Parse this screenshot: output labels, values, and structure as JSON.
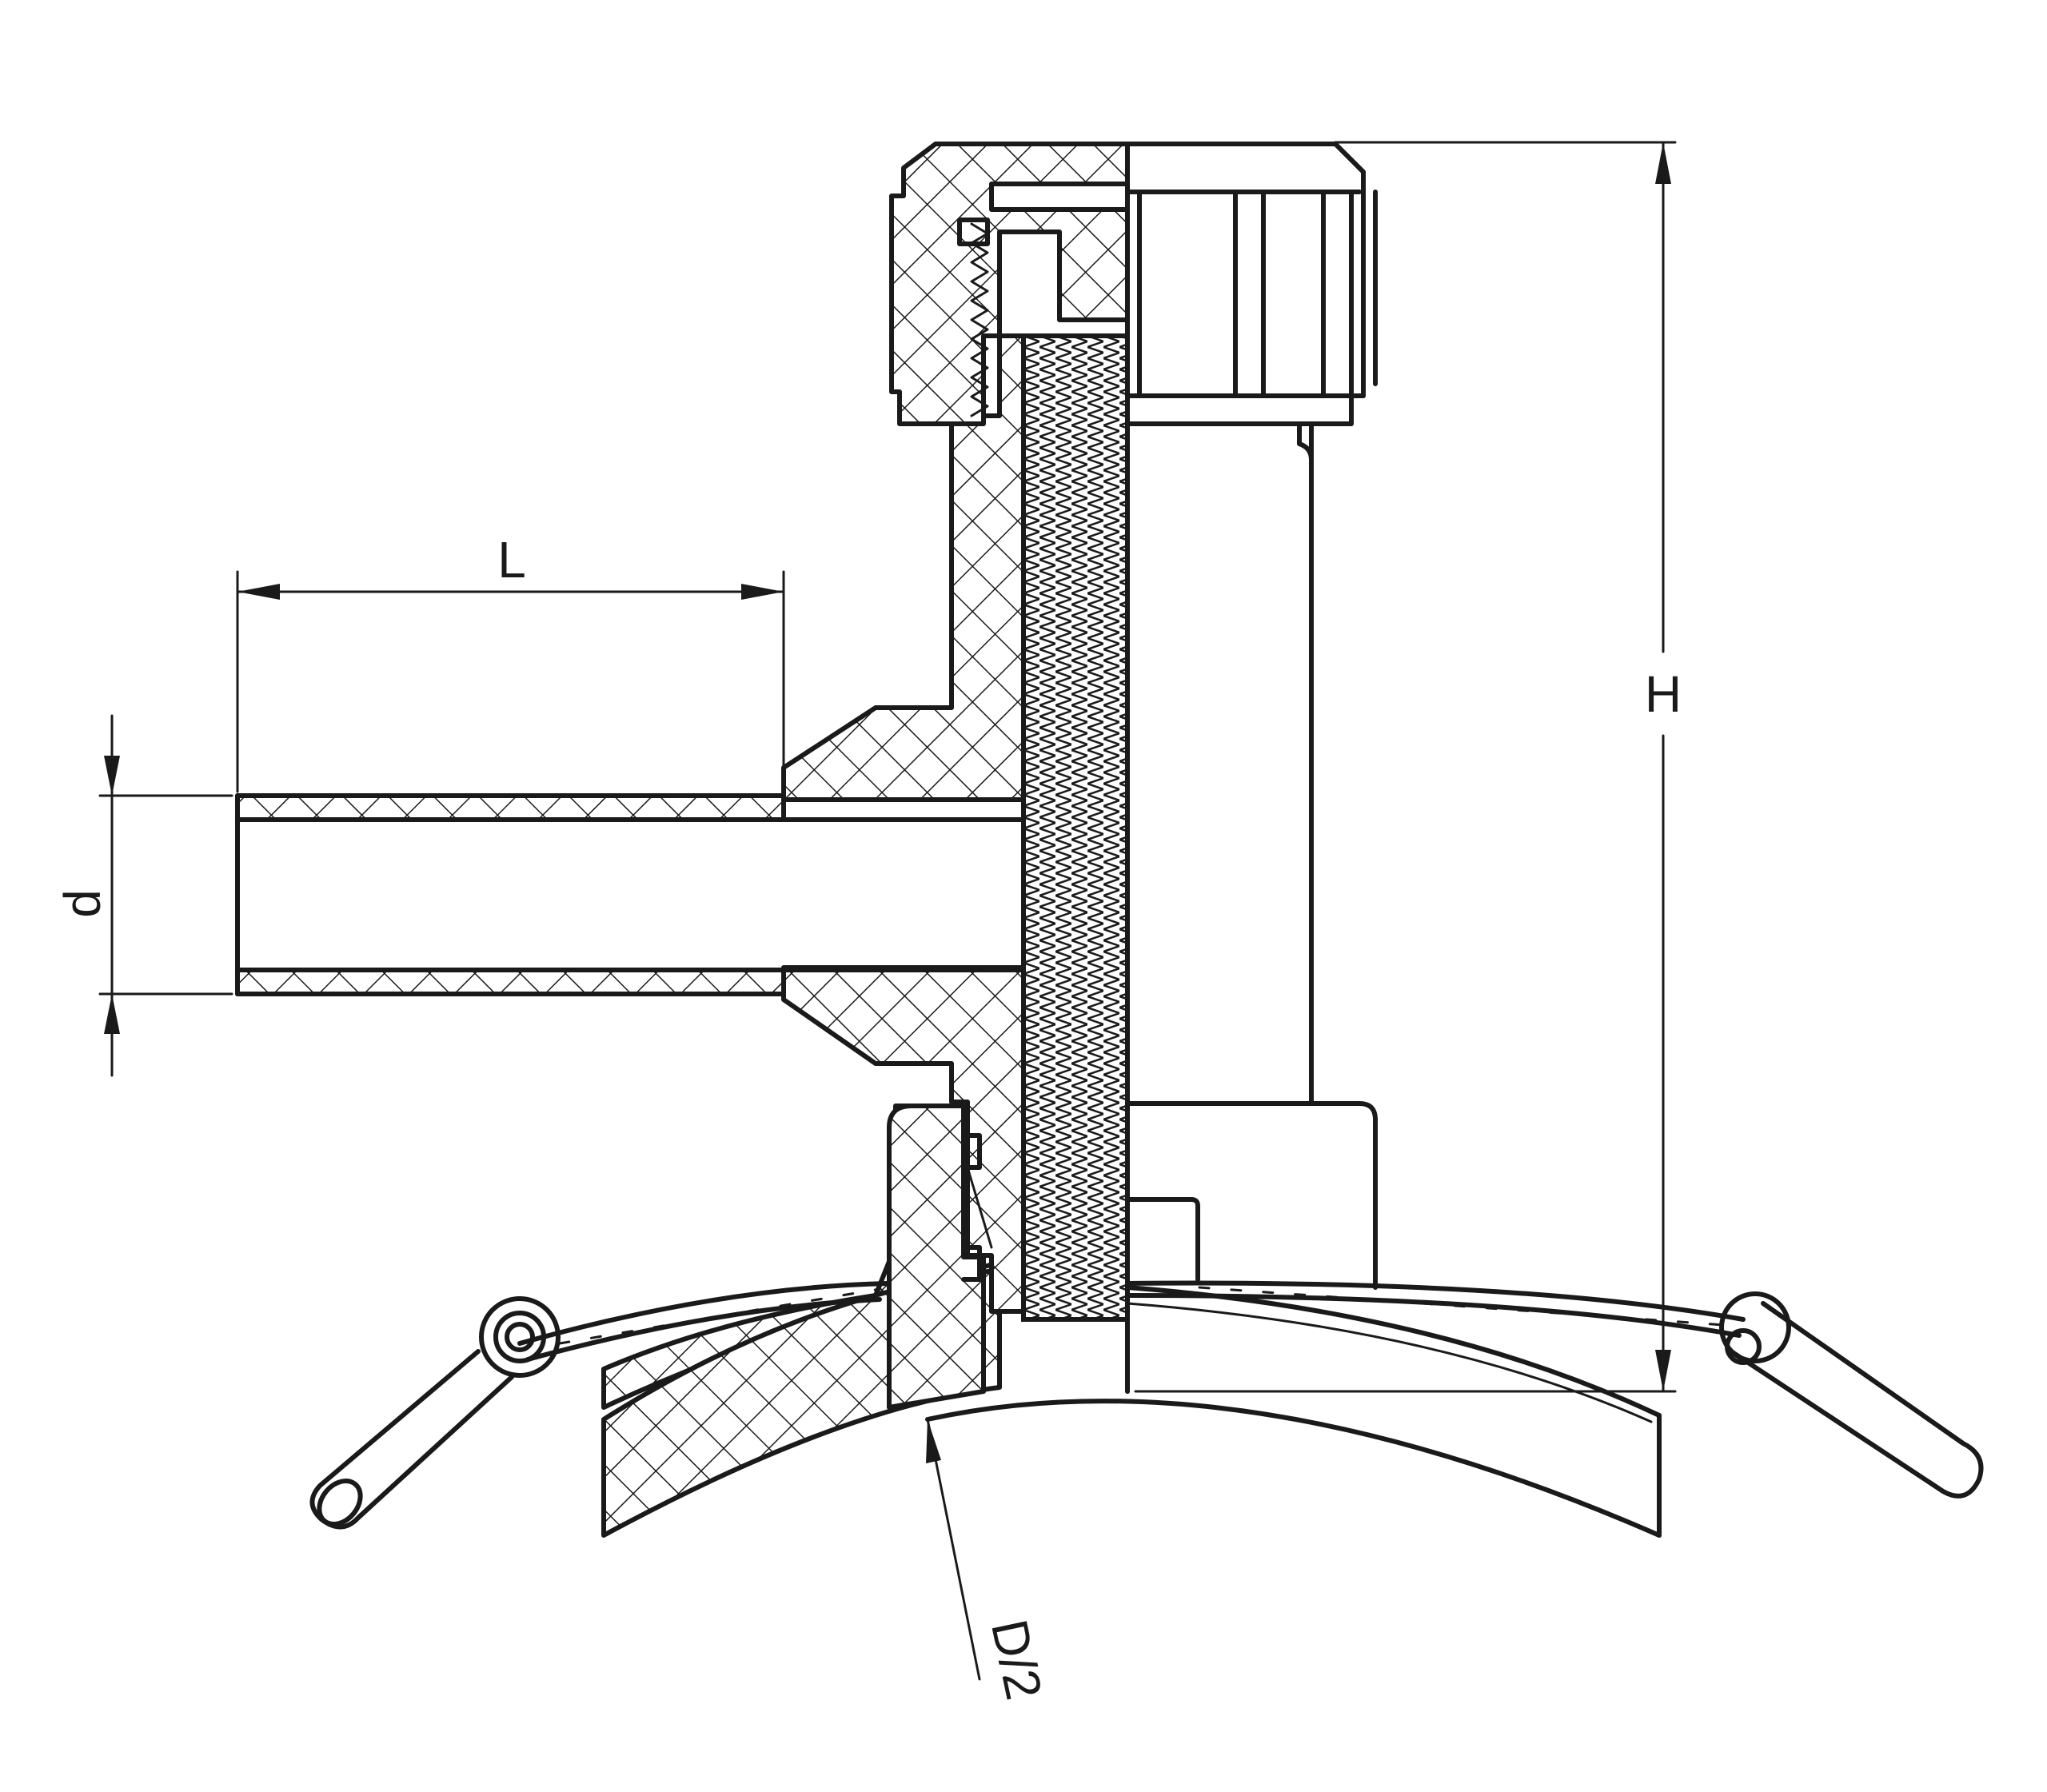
{
  "dimensions": {
    "length_label": "L",
    "diameter_label": "d",
    "height_label": "H",
    "radius_label": "D/2"
  },
  "colors": {
    "line": "#1a1a1a",
    "background": "#ffffff"
  }
}
